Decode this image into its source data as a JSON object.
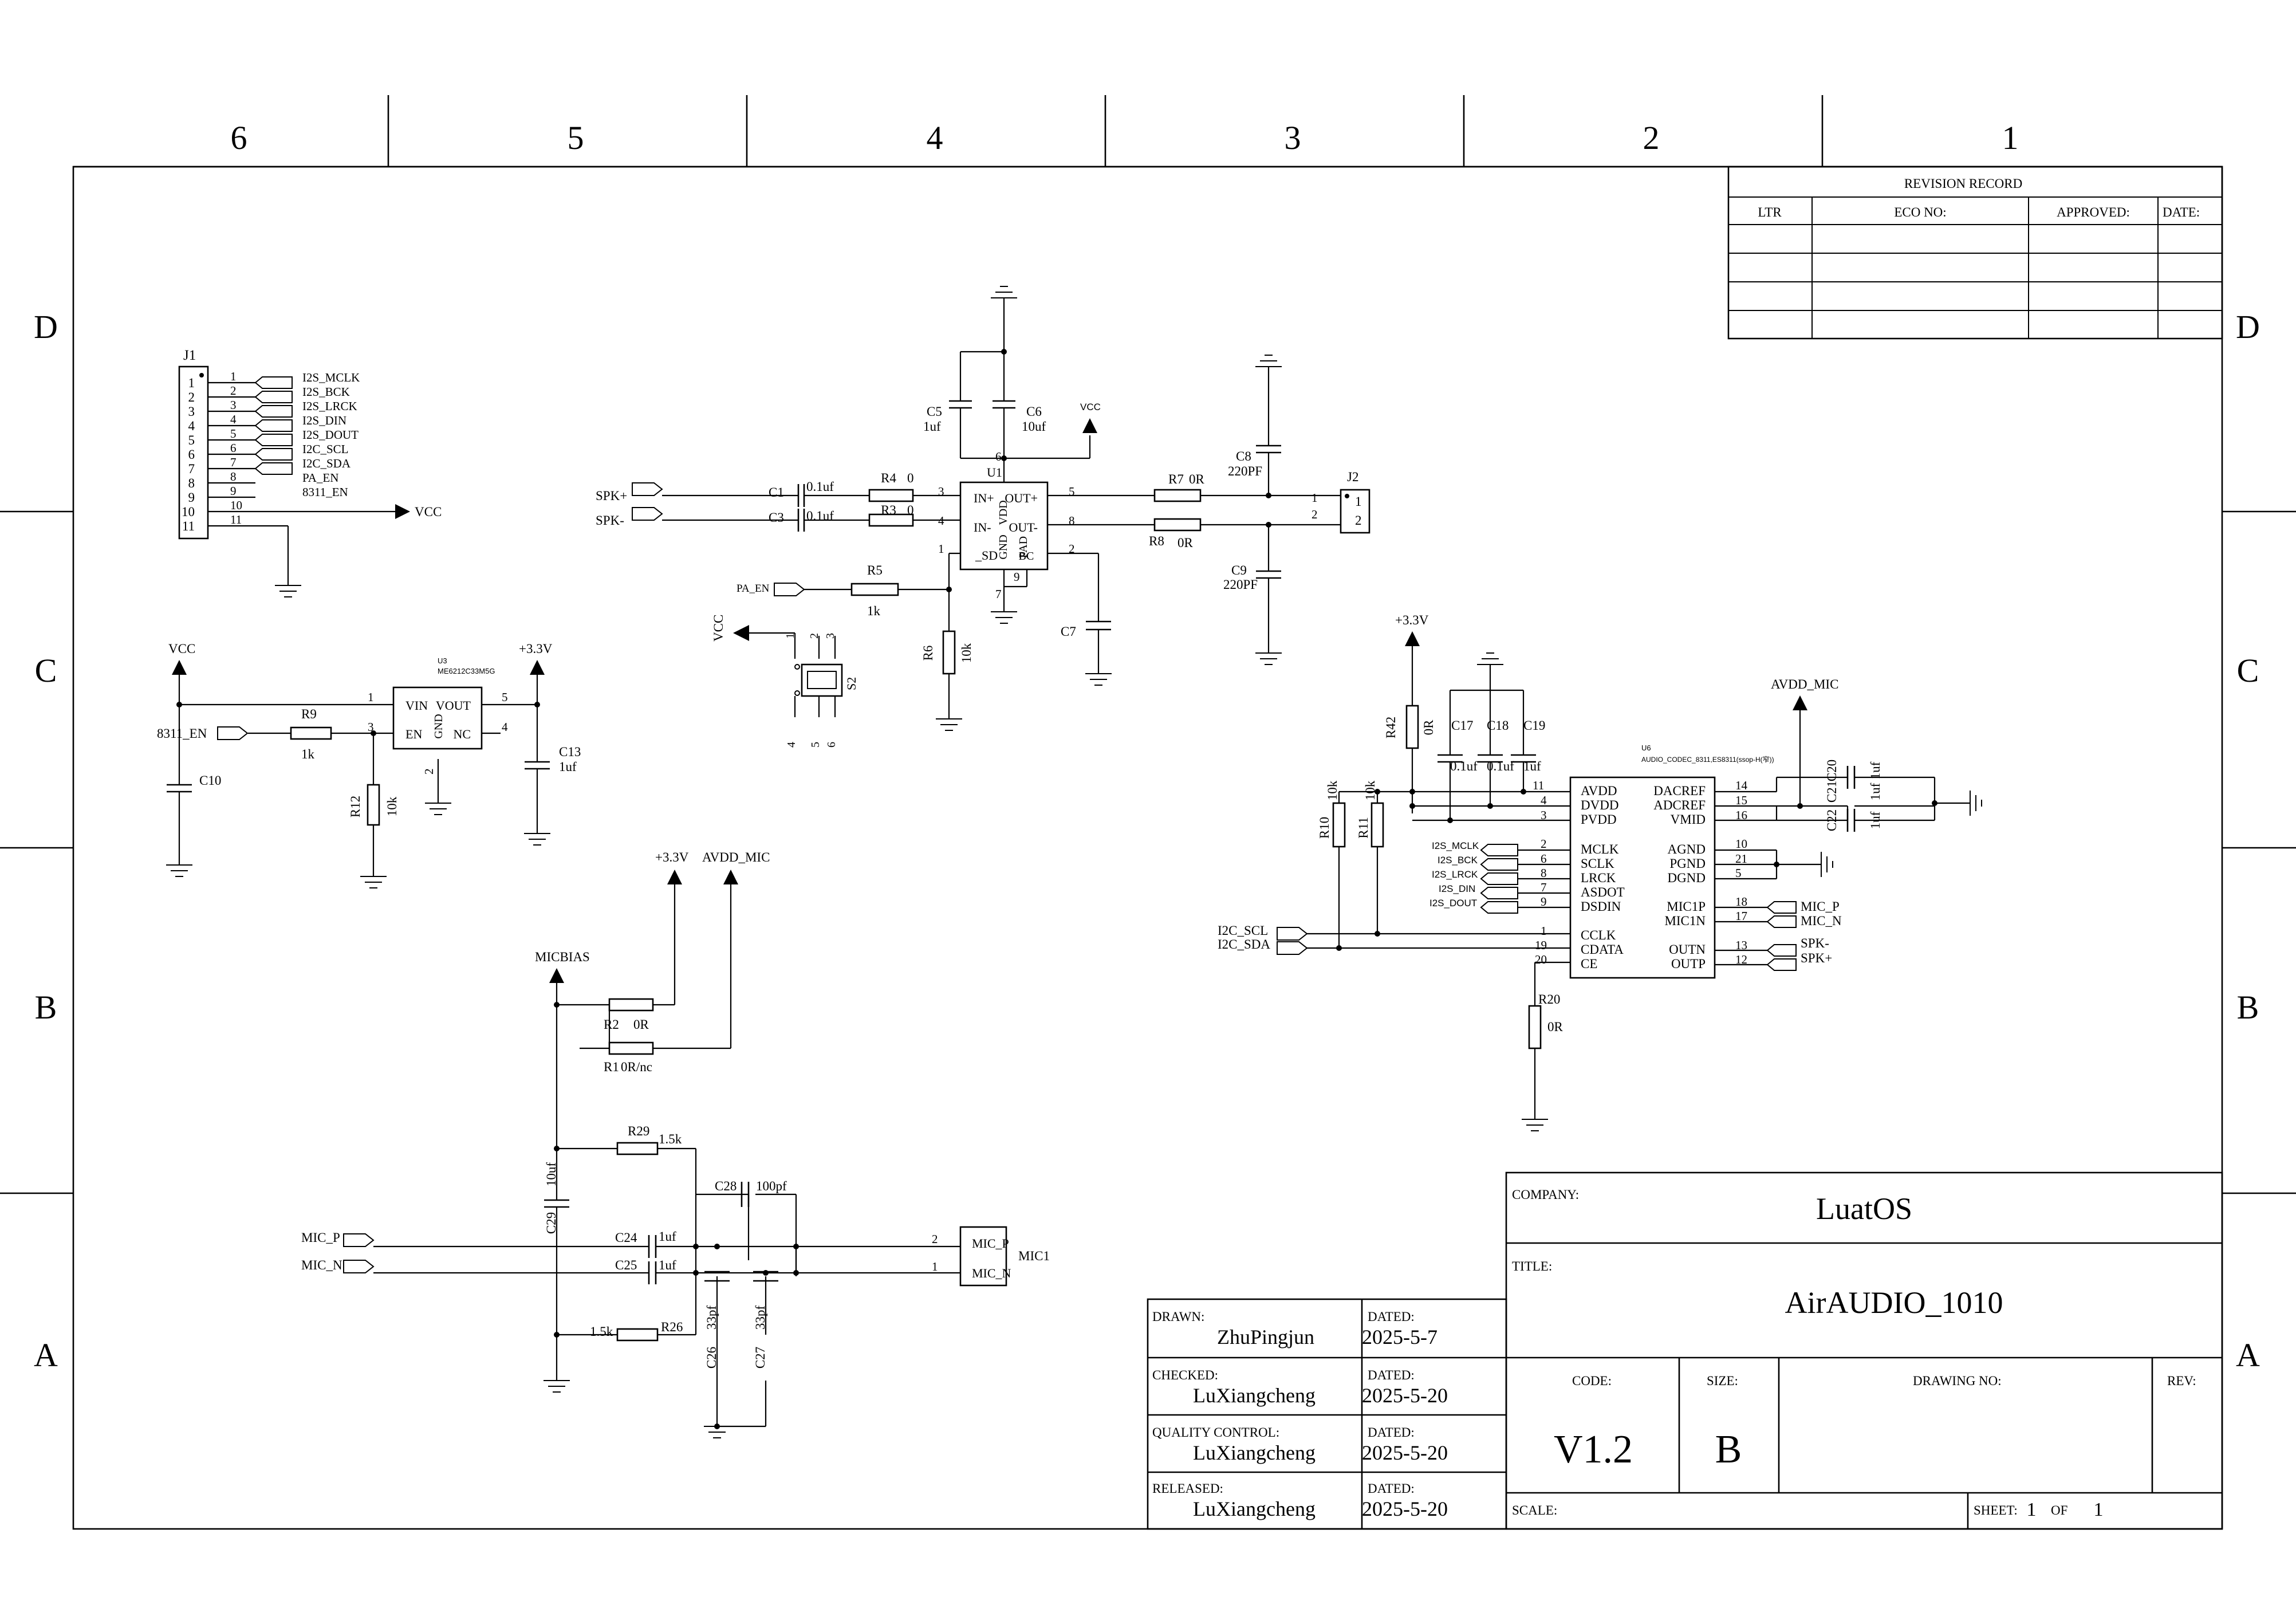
{
  "border": {
    "columns": [
      "6",
      "5",
      "4",
      "3",
      "2",
      "1"
    ],
    "rows": [
      "D",
      "C",
      "B",
      "A"
    ]
  },
  "revision_record": {
    "title": "REVISION RECORD",
    "headers": [
      "LTR",
      "ECO NO:",
      "APPROVED:",
      "DATE:"
    ]
  },
  "title_block": {
    "company_label": "COMPANY:",
    "company": "LuatOS",
    "title_label": "TITLE:",
    "title": "AirAUDIO_1010",
    "code_label": "CODE:",
    "code": "V1.2",
    "size_label": "SIZE:",
    "size": "B",
    "drawing_no_label": "DRAWING NO:",
    "rev_label": "REV:",
    "scale_label": "SCALE:",
    "sheet_label": "SHEET:",
    "sheet": "1",
    "of_label": "OF",
    "of": "1",
    "drawn_label": "DRAWN:",
    "drawn": "ZhuPingjun",
    "drawn_date": "2025-5-7",
    "checked_label": "CHECKED:",
    "checked": "LuXiangcheng",
    "checked_date": "2025-5-20",
    "qc_label": "QUALITY CONTROL:",
    "qc": "LuXiangcheng",
    "qc_date": "2025-5-20",
    "released_label": "RELEASED:",
    "released": "LuXiangcheng",
    "released_date": "2025-5-20",
    "dated_label": "DATED:"
  },
  "j1": {
    "ref": "J1",
    "pins": [
      "1",
      "2",
      "3",
      "4",
      "5",
      "6",
      "7",
      "8",
      "9",
      "10",
      "11"
    ],
    "nets": [
      "I2S_MCLK",
      "I2S_BCK",
      "I2S_LRCK",
      "I2S_DIN",
      "I2S_DOUT",
      "I2C_SCL",
      "I2C_SDA",
      "PA_EN",
      "8311_EN"
    ],
    "vcc": "VCC"
  },
  "pa": {
    "u1": "U1",
    "u1_pins": {
      "inp": "IN+",
      "inn": "IN-",
      "sd": "_SD",
      "outp": "OUT+",
      "outn": "OUT-",
      "vdd": "VDD",
      "gnd": "GND",
      "pad": "PAD",
      "bc": "BC"
    },
    "pin_nums": {
      "p3": "3",
      "p4": "4",
      "p1": "1",
      "p5": "5",
      "p8": "8",
      "p2": "2",
      "p6": "6",
      "p9": "9",
      "p7": "7"
    },
    "spkp": "SPK+",
    "spkn": "SPK-",
    "pa_en": "PA_EN",
    "vcc": "VCC",
    "vcc_pwr": "VCC",
    "c1": "C1",
    "c1v": "0.1uf",
    "c3": "C3",
    "c3v": "0.1uf",
    "r4": "R4",
    "r4v": "0",
    "r3": "R3",
    "r3v": "0",
    "r5": "R5",
    "r5v": "1k",
    "r6": "R6",
    "r6v": "10k",
    "c5": "C5",
    "c5v": "1uf",
    "c6": "C6",
    "c6v": "10uf",
    "c7": "C7",
    "r7": "R7",
    "r7v": "0R",
    "r8": "R8",
    "r8v": "0R",
    "c8": "C8",
    "c8v": "220PF",
    "c9": "C9",
    "c9v": "220PF",
    "j2": "J2",
    "j2p1": "1",
    "j2p2": "2",
    "s2": "S2",
    "s2p1": "1",
    "s2p2": "2",
    "s2p3": "3",
    "s2p4": "4",
    "s2p5": "5",
    "s2p6": "6"
  },
  "ldo": {
    "vcc": "VCC",
    "en": "8311_EN",
    "r9": "R9",
    "r9v": "1k",
    "c10": "C10",
    "r12": "R12",
    "r12v": "10k",
    "u3": "U3",
    "u3part": "ME6212C33M5G",
    "vin": "VIN",
    "vout": "VOUT",
    "en_pin": "EN",
    "nc": "NC",
    "gnd": "GND",
    "p1": "1",
    "p3": "3",
    "p2": "2",
    "p5": "5",
    "p4": "4",
    "v33": "+3.3V",
    "c13": "C13",
    "c13v": "1uf"
  },
  "mic": {
    "micbias": "MICBIAS",
    "v33": "+3.3V",
    "avdd_mic": "AVDD_MIC",
    "r2": "R2",
    "r2v": "0R",
    "r1": "R1",
    "r1v": "0R/nc",
    "r29": "R29",
    "r29v": "1.5k",
    "r26": "R26",
    "r26v": "1.5k",
    "c29": "C29",
    "c29v": "10uf",
    "c28": "C28",
    "c28v": "100pf",
    "c24": "C24",
    "c24v": "1uf",
    "c25": "C25",
    "c25v": "1uf",
    "c26": "C26",
    "c26v": "33pf",
    "c27": "C27",
    "c27v": "33pf",
    "mic_p": "MIC_P",
    "mic_n": "MIC_N",
    "mic1": "MIC1",
    "pin2": "2",
    "pin1": "1"
  },
  "codec": {
    "ref": "U6",
    "part": "AUDIO_CODEC_8311,ES8311(ssop-H(窄))",
    "v33": "+3.3V",
    "avdd_mic": "AVDD_MIC",
    "r42": "R42",
    "r42v": "0R",
    "c17": "C17",
    "c18": "C18",
    "c19": "C19",
    "c17v": "0.1uf",
    "c18v": "0.1uf",
    "c19v": "1uf",
    "c20": "C20",
    "c21": "C21",
    "c22": "C22",
    "c20v": "1uf",
    "c22v": "1uf",
    "r10": "R10",
    "r10v": "10k",
    "r11": "R11",
    "r11v": "10k",
    "r20": "R20",
    "r20v": "0R",
    "i2c_scl": "I2C_SCL",
    "i2c_sda": "I2C_SDA",
    "left_pins": [
      {
        "num": "11",
        "name": "AVDD"
      },
      {
        "num": "4",
        "name": "DVDD"
      },
      {
        "num": "3",
        "name": "PVDD"
      },
      {
        "num": "2",
        "name": "MCLK"
      },
      {
        "num": "6",
        "name": "SCLK"
      },
      {
        "num": "8",
        "name": "LRCK"
      },
      {
        "num": "7",
        "name": "ASDOT"
      },
      {
        "num": "9",
        "name": "DSDIN"
      },
      {
        "num": "1",
        "name": "CCLK"
      },
      {
        "num": "19",
        "name": "CDATA"
      },
      {
        "num": "20",
        "name": "CE"
      }
    ],
    "right_pins": [
      {
        "num": "14",
        "name": "DACREF"
      },
      {
        "num": "15",
        "name": "ADCREF"
      },
      {
        "num": "16",
        "name": "VMID"
      },
      {
        "num": "10",
        "name": "AGND"
      },
      {
        "num": "21",
        "name": "PGND"
      },
      {
        "num": "5",
        "name": "DGND"
      },
      {
        "num": "18",
        "name": "MIC1P"
      },
      {
        "num": "17",
        "name": "MIC1N"
      },
      {
        "num": "13",
        "name": "OUTN"
      },
      {
        "num": "12",
        "name": "OUTP"
      }
    ],
    "i2s_nets": [
      "I2S_MCLK",
      "I2S_BCK",
      "I2S_LRCK",
      "I2S_DIN",
      "I2S_DOUT"
    ],
    "mic_p": "MIC_P",
    "mic_n": "MIC_N",
    "spkn": "SPK-",
    "spkp": "SPK+"
  }
}
